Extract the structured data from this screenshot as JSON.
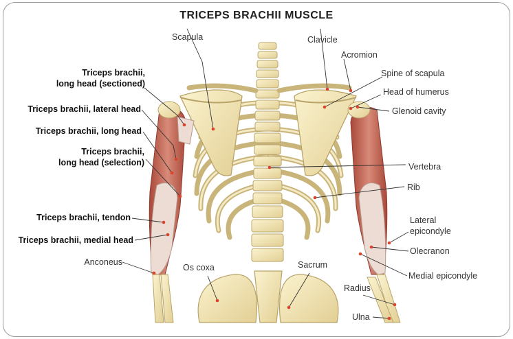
{
  "title": "TRICEPS BRACHII MUSCLE",
  "labels": {
    "long_head_sectioned": [
      "Triceps brachii,",
      "long head (sectioned)"
    ],
    "lateral_head": "Triceps brachii, lateral head",
    "long_head": "Triceps brachii, long head",
    "long_head_selection": [
      "Triceps brachii,",
      "long head (selection)"
    ],
    "tendon": "Triceps brachii, tendon",
    "medial_head": "Triceps brachii, medial head",
    "anconeus": "Anconeus",
    "os_coxa": "Os coxa",
    "sacrum": "Sacrum",
    "scapula": "Scapula",
    "clavicle": "Clavicle",
    "acromion": "Acromion",
    "spine_of_scapula": "Spine of scapula",
    "head_of_humerus": "Head of humerus",
    "glenoid_cavity": "Glenoid cavity",
    "vertebra": "Vertebra",
    "rib": "Rib",
    "lateral_epicondyle": [
      "Lateral",
      "epicondyle"
    ],
    "olecranon": "Olecranon",
    "medial_epicondyle": "Medial epicondyle",
    "radius": "Radius",
    "ulna": "Ulna"
  },
  "colors": {
    "bone": "#f1e6b8",
    "bone_edge": "#b8a46a",
    "muscle": "#c86e5e",
    "tendon": "#ecdcd4",
    "pointer": "#333333",
    "dot": "#d8442c"
  }
}
